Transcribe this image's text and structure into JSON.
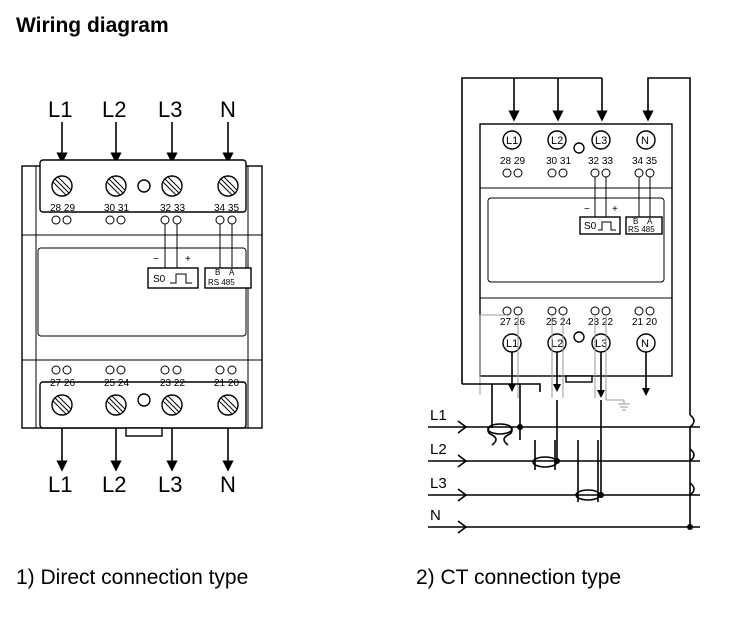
{
  "title": "Wiring diagram",
  "direct": {
    "caption": "1) Direct connection type",
    "top_labels": [
      "L1",
      "L2",
      "L3",
      "N"
    ],
    "bottom_labels": [
      "L1",
      "L2",
      "L3",
      "N"
    ],
    "top_terminals": [
      "28 29",
      "30 31",
      "32 33",
      "34 35"
    ],
    "bottom_terminals": [
      "27 26",
      "25 24",
      "23 22",
      "21 20"
    ],
    "s0_label": "S0",
    "minus": "−",
    "plus": "+",
    "rs485_b": "B",
    "rs485_a": "A",
    "rs485_label": "RS 485"
  },
  "ct": {
    "caption": "2) CT connection type",
    "top_terminal_labels": [
      "L1",
      "L2",
      "L3",
      "N"
    ],
    "bottom_terminal_labels": [
      "L1",
      "L2",
      "L3",
      "N"
    ],
    "top_terminals": [
      "28 29",
      "30 31",
      "32 33",
      "34 35"
    ],
    "bottom_terminals": [
      "27 26",
      "25 24",
      "23 22",
      "21 20"
    ],
    "s0_label": "S0",
    "minus": "−",
    "plus": "+",
    "rs485_b": "B",
    "rs485_a": "A",
    "rs485_label": "RS 485",
    "line_labels": [
      "L1",
      "L2",
      "L3",
      "N"
    ]
  }
}
